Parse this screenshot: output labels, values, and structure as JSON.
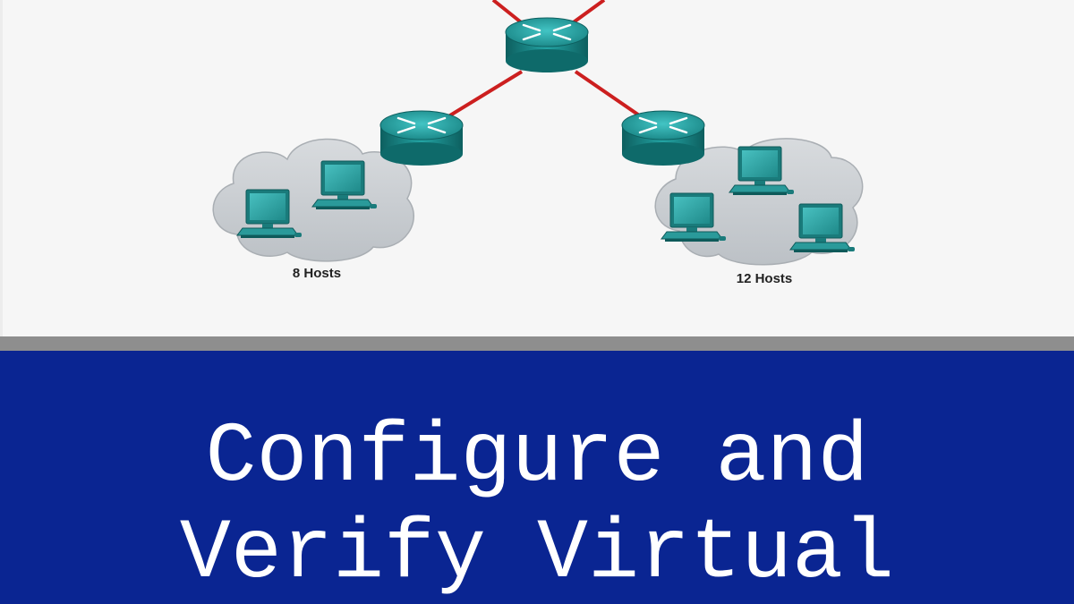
{
  "diagram": {
    "lan_left": {
      "label": "8 Hosts"
    },
    "lan_right": {
      "label": "12 Hosts"
    },
    "link_color": "#cc1f1f",
    "router_color": "#1e8a8a",
    "cloud_color": "#c9cdd1"
  },
  "banner": {
    "line1": "Configure and",
    "line2": "Verify Virtual",
    "background_color": "#0a2592",
    "text_color": "#ffffff"
  }
}
